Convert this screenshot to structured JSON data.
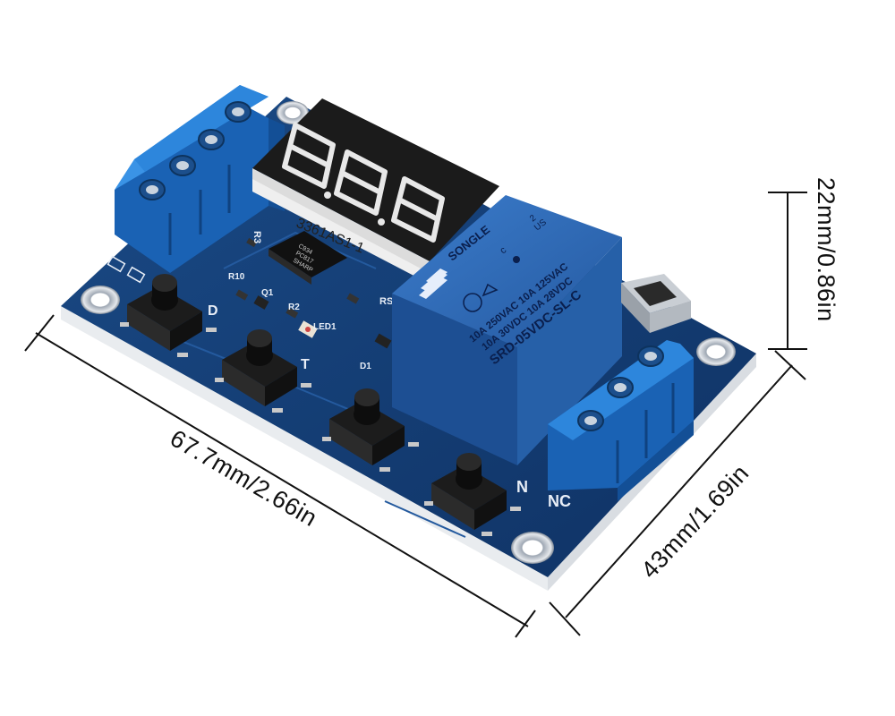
{
  "dimensions": {
    "length": "67.7mm/2.66in",
    "width": "43mm/1.69in",
    "height": "22mm/0.86in"
  },
  "display": {
    "model": "3361AS1-1",
    "digits": "8.8.8"
  },
  "relay": {
    "brand": "SONGLE",
    "rating1": "10A 250VAC  10A 125VAC",
    "rating2": "10A 30VDC  10A 28VDC",
    "model": "SRD-05VDC-SL-C",
    "cert_us": "US",
    "cert_c": "c",
    "cert_num": "2"
  },
  "optocoupler": {
    "line1": "C934",
    "line2": "PC817",
    "line3": "SHARP"
  },
  "silkscreen": {
    "r3": "R3",
    "r10": "R10",
    "q1": "Q1",
    "r2": "R2",
    "led1": "LED1",
    "d1": "D1",
    "rs": "RS",
    "d_label": "D",
    "t_label": "T",
    "n_label": "N",
    "nc_label": "NC"
  },
  "colors": {
    "pcb": "#123a6e",
    "terminal": "#1f73c8",
    "relay": "#2a67b3",
    "display": "#1b1b1b"
  }
}
